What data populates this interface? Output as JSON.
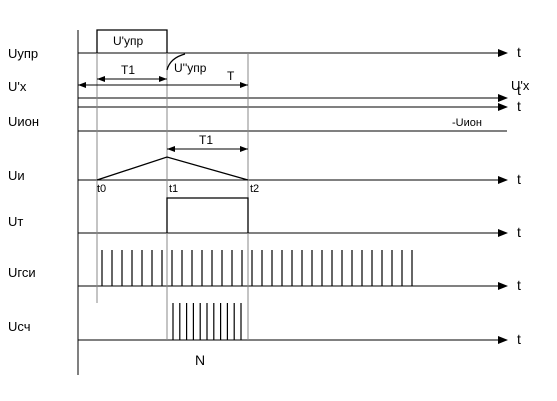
{
  "signals": {
    "uupr": "Uупр",
    "ux": "U'x",
    "uion": "Uион",
    "ui": "Uи",
    "ut": "Uт",
    "ugsi": "Uгси",
    "usch": "Uсч"
  },
  "axis": {
    "t_label": "t",
    "ux_right": "U'x",
    "uion_right": "-Uион"
  },
  "annotations": {
    "u_upr_prime": "U'упр",
    "u_upr_double": "U''упр",
    "T1": "T1",
    "T": "T",
    "T1_lower": "T1",
    "t0": "t0",
    "t1": "t1",
    "t2": "t2",
    "N": "N"
  },
  "pulses": {
    "ugsi_count": 32,
    "usch_count": 11
  }
}
